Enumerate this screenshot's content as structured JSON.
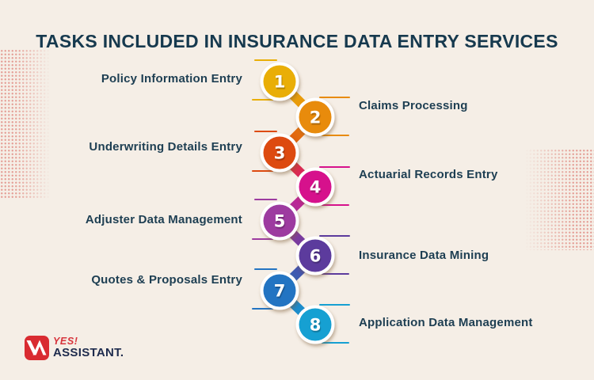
{
  "title": "TASKS INCLUDED IN INSURANCE DATA ENTRY SERVICES",
  "steps": [
    {
      "number": "1",
      "label": "Policy Information Entry",
      "color": "#E9AE07",
      "side": "left"
    },
    {
      "number": "2",
      "label": "Claims Processing",
      "color": "#E88B0C",
      "side": "right"
    },
    {
      "number": "3",
      "label": "Underwriting Details Entry",
      "color": "#DD4A10",
      "side": "left"
    },
    {
      "number": "4",
      "label": "Actuarial Records Entry",
      "color": "#D6118C",
      "side": "right"
    },
    {
      "number": "5",
      "label": "Adjuster Data Management",
      "color": "#9D3BA0",
      "side": "left"
    },
    {
      "number": "6",
      "label": "Insurance Data Mining",
      "color": "#5C3B9D",
      "side": "right"
    },
    {
      "number": "7",
      "label": "Quotes & Proposals Entry",
      "color": "#2374C2",
      "side": "left"
    },
    {
      "number": "8",
      "label": "Application Data Management",
      "color": "#16A0D2",
      "side": "right"
    }
  ],
  "logo": {
    "brand_top": "YES!",
    "brand_bottom": "ASSISTANT.",
    "mark_color": "#D92B31"
  },
  "colors": {
    "background": "#F5EEE6",
    "title_text": "#16394E",
    "label_text": "#1D3E52",
    "dot_pattern": "#D65C52",
    "number_text": "#FFFFFF"
  }
}
